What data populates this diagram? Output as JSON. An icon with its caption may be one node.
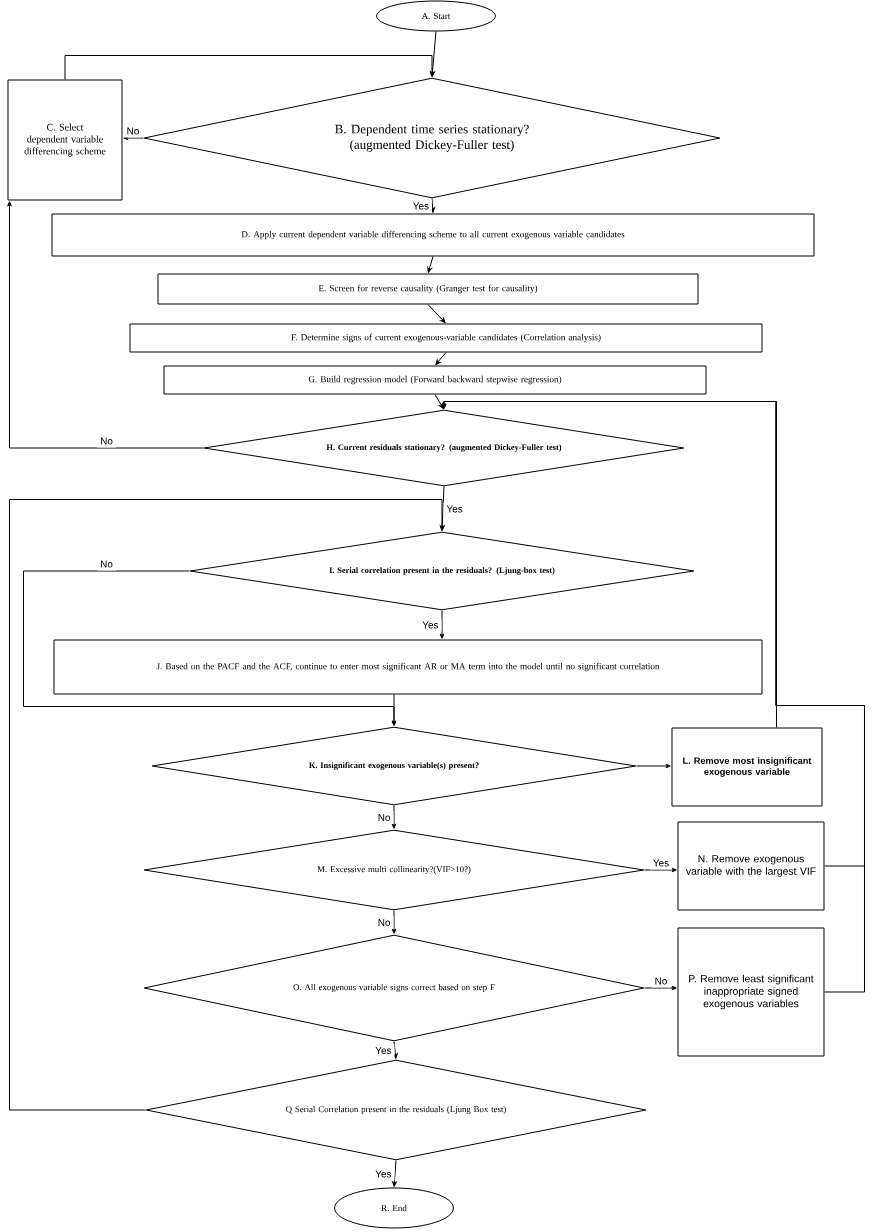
{
  "diagram": {
    "nodes": [
      {
        "text": [
          "A. Start"
        ]
      },
      {
        "text": [
          "B. Dependent time series stationary? (augmented Dickey-Fuller test)"
        ]
      },
      {
        "text": [
          "C. Select dependent variable differencing scheme"
        ]
      },
      {
        "text": [
          "D. Apply current dependent variable differencing scheme to all current exogenous variable candidates"
        ]
      },
      {
        "text": [
          "E. Screen for reverse causality (Granger test for causality)"
        ]
      },
      {
        "text": [
          "F. Determine signs of current exogenous-variable candidates (Correlation analysis)"
        ]
      },
      {
        "text": [
          "G. Build regression model (Forward backward stepwise regression)"
        ]
      },
      {
        "text": [
          "H. Current residuals stationary? (augmented Dickey-Fuller test)"
        ]
      },
      {
        "text": [
          "I. Serial correlation present in the residuals? (Ljung-box test)"
        ]
      },
      {
        "text": [
          "J. Based on the PACF and the ACF, continue to enter most significant AR or MA term into the model until no significant correlation"
        ]
      },
      {
        "text": [
          "K. Insignificant exogenous variable(s) present?"
        ]
      },
      {
        "text": [
          "L. Remove most insignificant exogenous variable"
        ]
      },
      {
        "text": [
          "M. Excessive multi collinearity?(VIF>10?)"
        ]
      },
      {
        "text": [
          "N. Remove exogenous variable with the largest VIF"
        ]
      },
      {
        "text": [
          "O. All exogenous variable signs correct based on step F"
        ]
      },
      {
        "text": [
          "P. Remove least significant inappropriate signed exogenous variables"
        ]
      },
      {
        "text": [
          "Q Serial Correlation present in the residuals (Ljung Box test)"
        ]
      },
      {
        "text": [
          "R. End"
        ]
      }
    ],
    "edges": [
      {
        "from": 0,
        "to": 1,
        "arrow": "to"
      },
      {
        "from": 1,
        "to": 2,
        "arrow": "to",
        "label": "No"
      },
      {
        "from": 2,
        "to": 1,
        "arrow": "to"
      },
      {
        "from": 1,
        "to": 3,
        "arrow": "to",
        "label": "Yes"
      },
      {
        "from": 3,
        "to": 4,
        "arrow": "to"
      },
      {
        "from": 4,
        "to": 5,
        "arrow": "to"
      },
      {
        "from": 5,
        "to": 6,
        "arrow": "to"
      },
      {
        "from": 6,
        "to": 7,
        "arrow": "to"
      },
      {
        "from": 7,
        "to": 2,
        "arrow": "to",
        "label": "No"
      },
      {
        "from": 7,
        "to": 8,
        "arrow": "to",
        "label": "Yes"
      },
      {
        "from": 8,
        "to": 9,
        "arrow": "to",
        "label": "Yes"
      },
      {
        "from": 8,
        "to": 10,
        "arrow": "to",
        "label": "No"
      },
      {
        "from": 9,
        "to": 10,
        "arrow": "to"
      },
      {
        "from": 16,
        "to": 8,
        "arrow": "to"
      },
      {
        "from": 10,
        "to": 11,
        "arrow": "to"
      },
      {
        "from": 11,
        "to": 7,
        "arrow": "to"
      },
      {
        "from": 10,
        "to": 12,
        "arrow": "to",
        "label": "No"
      },
      {
        "from": 12,
        "to": 13,
        "arrow": "to",
        "label": "Yes"
      },
      {
        "from": 12,
        "to": 14,
        "arrow": "to",
        "label": "No"
      },
      {
        "from": 13,
        "to": 7,
        "arrow": "to"
      },
      {
        "from": 14,
        "to": 15,
        "arrow": "to",
        "label": "No"
      },
      {
        "from": 15,
        "to": 7,
        "arrow": "to"
      },
      {
        "from": 14,
        "to": 16,
        "arrow": "to",
        "label": "Yes"
      },
      {
        "from": 16,
        "to": 17,
        "arrow": "to",
        "label": "Yes"
      }
    ]
  }
}
